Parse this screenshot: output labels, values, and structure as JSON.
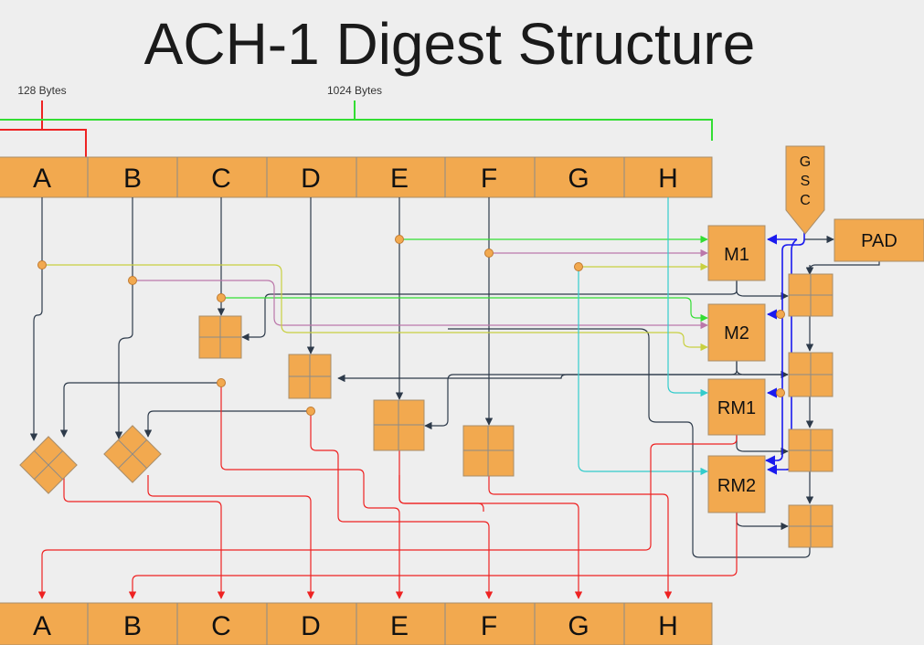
{
  "title": "ACH-1 Digest Structure",
  "brackets": {
    "small_label": "128 Bytes",
    "large_label": "1024 Bytes"
  },
  "input_row": [
    "A",
    "B",
    "C",
    "D",
    "E",
    "F",
    "G",
    "H"
  ],
  "output_row": [
    "A",
    "B",
    "C",
    "D",
    "E",
    "F",
    "G",
    "H"
  ],
  "gsc": [
    "G",
    "S",
    "C"
  ],
  "pad_label": "PAD",
  "mix_boxes": [
    "M1",
    "M2",
    "RM1",
    "RM2"
  ],
  "colors": {
    "orange": "#f2a94f",
    "background": "#eeeeee",
    "dark_wire": "#2d3a4a",
    "red_wire": "#ee2222",
    "green_wire": "#33dd33",
    "purple_wire": "#bb77aa",
    "yellow_wire": "#c8d040",
    "cyan_wire": "#33cccc",
    "blue_wire": "#1a1aee"
  }
}
